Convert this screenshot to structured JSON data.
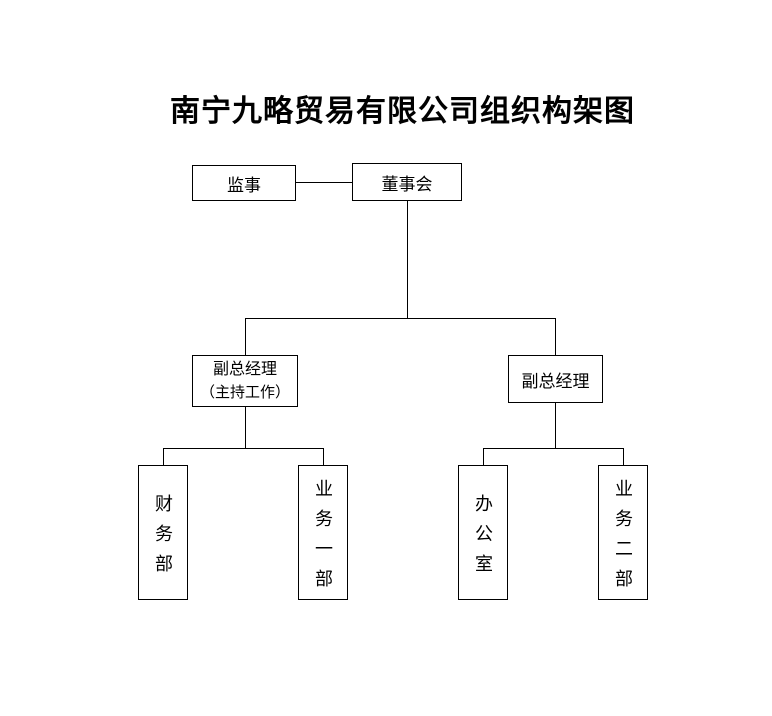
{
  "title": "南宁九略贸易有限公司组织构架图",
  "nodes": {
    "supervisor": {
      "label": "监事"
    },
    "board": {
      "label": "董事会"
    },
    "deputy_gm_lead": {
      "line1": "副总经理",
      "line2": "（主持工作）"
    },
    "deputy_gm": {
      "label": "副总经理"
    },
    "finance_dept": {
      "label": "财务部"
    },
    "business_dept_1": {
      "label": "业务一部"
    },
    "office": {
      "label": "办公室"
    },
    "business_dept_2": {
      "label": "业务二部"
    }
  },
  "colors": {
    "background": "#ffffff",
    "line": "#000000",
    "text": "#000000"
  }
}
